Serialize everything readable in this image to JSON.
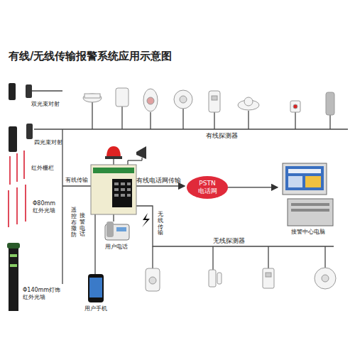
{
  "diagram": {
    "title": "有线/无线传输报警系统应用示意图",
    "nodes": [
      {
        "text": [
          "PSTN 电话网"
        ]
      },
      {
        "text": [
          "接警中心电脑"
        ]
      }
    ],
    "edges": [
      {
        "from": 0,
        "to": 1,
        "arrow": "to"
      }
    ],
    "labels": [
      "双光束对射",
      "四光束对射",
      "红外栅栏",
      "Φ80mm 红外光墙",
      "Φ140mm灯饰 红外光墙",
      "有线探测器",
      "有线传输",
      "有线电话网传输",
      "遥控布撤防",
      "接警电话",
      "用户电话",
      "用户手机",
      "无线传输",
      "无线探测器"
    ]
  }
}
